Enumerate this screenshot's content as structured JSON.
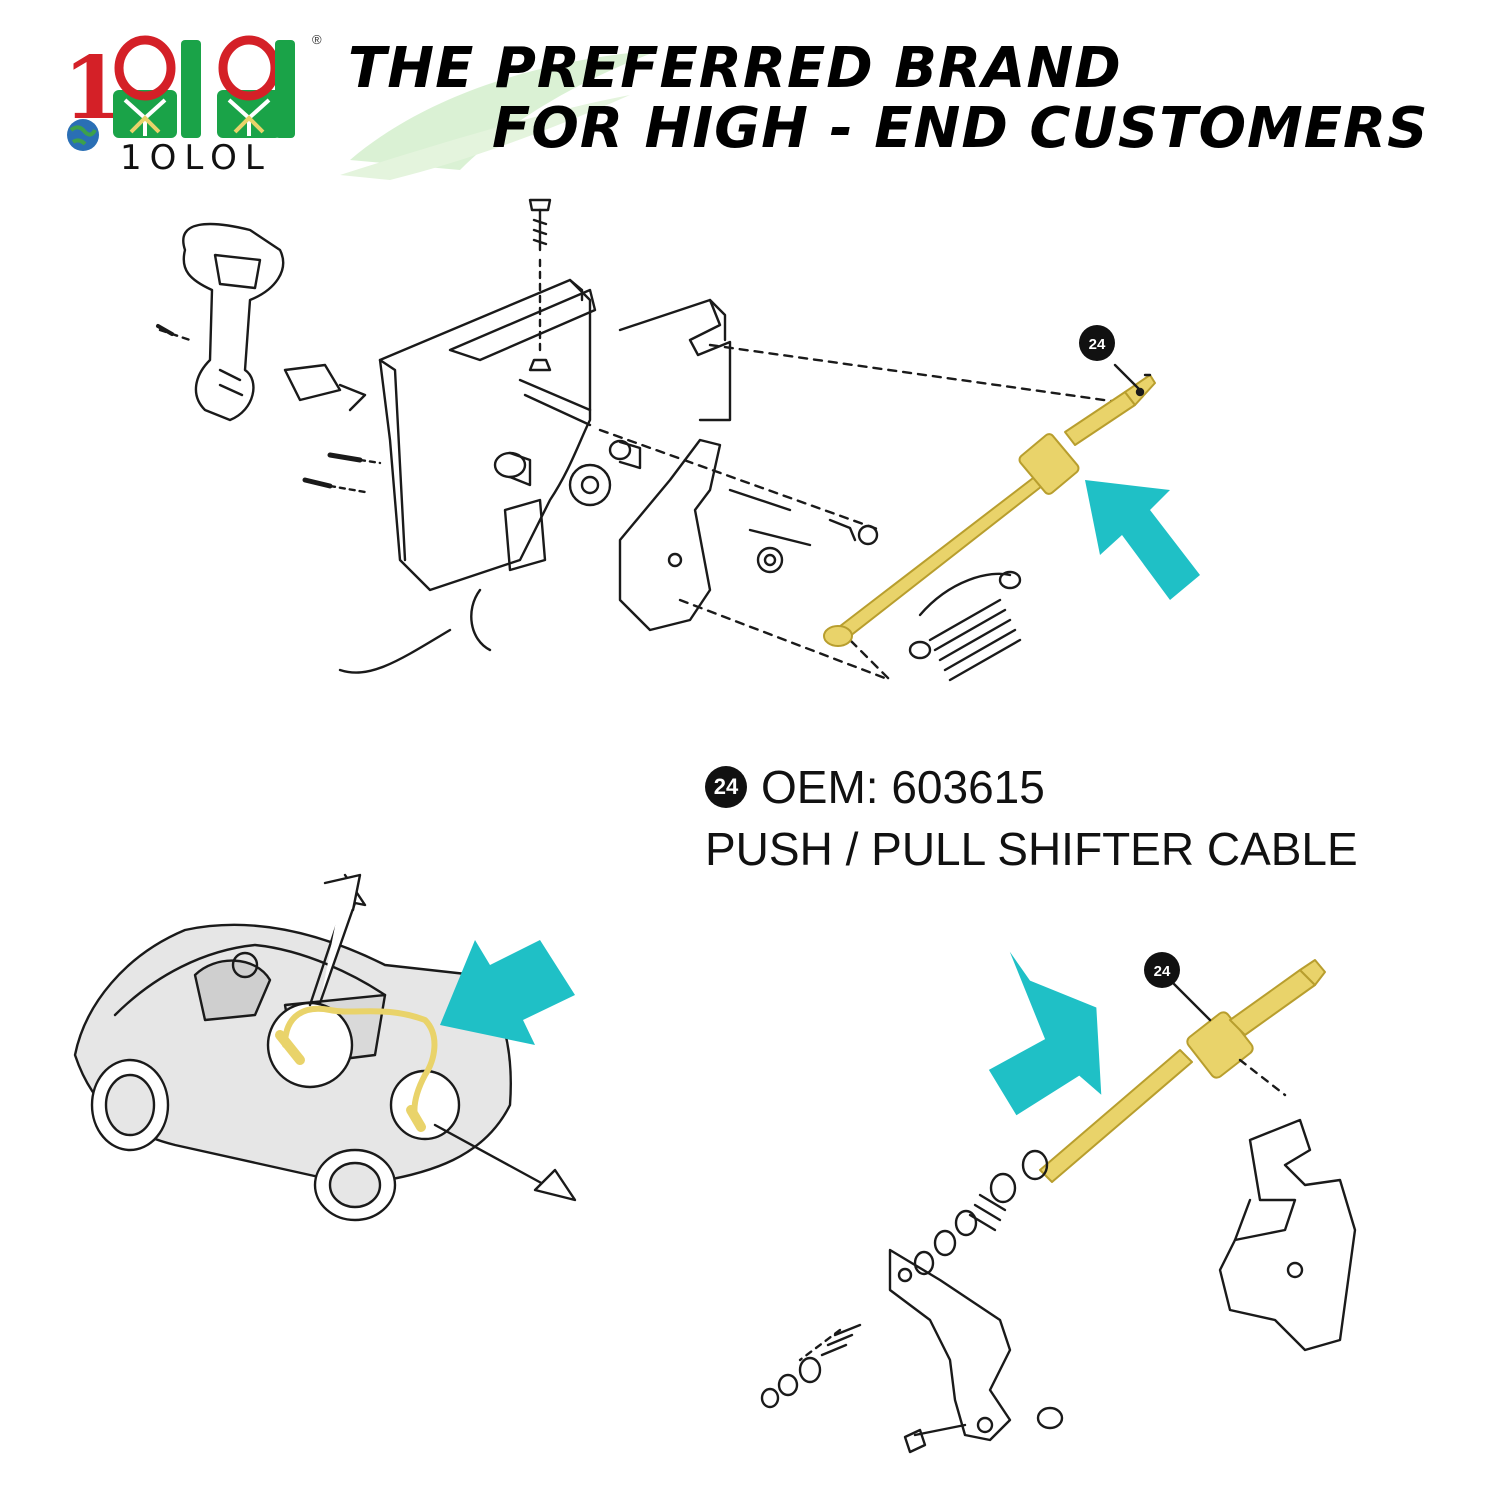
{
  "brand": {
    "logo_text": "1OLOL",
    "registered_mark": "®",
    "colors": {
      "red": "#d42027",
      "green": "#1aa348",
      "globe": "#2a6fb5"
    }
  },
  "header": {
    "tagline_line1": "THE PREFERRED BRAND",
    "tagline_line2": "FOR HIGH - END CUSTOMERS"
  },
  "callout": {
    "number": "24",
    "oem_label": "OEM: 603615",
    "part_name": "PUSH / PULL SHIFTER CABLE"
  },
  "colors": {
    "cable_highlight": "#e9d36a",
    "arrow": "#1fc0c6",
    "line_art": "#1a1a1a"
  },
  "icons": [
    "globe-icon",
    "teal-arrow-icon"
  ]
}
